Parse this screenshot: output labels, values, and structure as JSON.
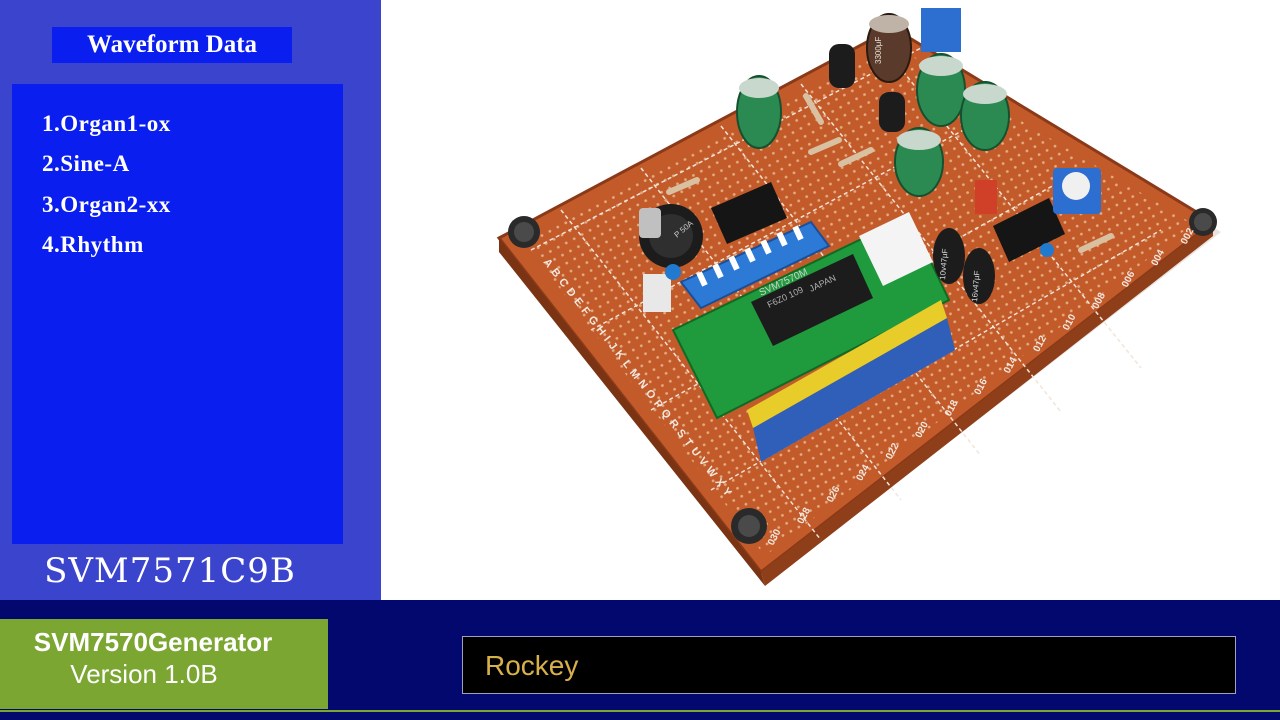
{
  "sidebar": {
    "title": "Waveform Data",
    "items": [
      {
        "label": "1.Organ1-ox"
      },
      {
        "label": "2.Sine-A"
      },
      {
        "label": "3.Organ2-xx"
      },
      {
        "label": "4.Rhythm"
      }
    ],
    "model": "SVM7571C9B"
  },
  "photo": {
    "chip_label": "SVM7570M",
    "chip_sub": "F6Z0 109",
    "chip_origin": "JAPAN",
    "pot_label": "P 50A",
    "cap_label_1": "10v47μF",
    "cap_label_2": "16v47μF",
    "cap_label_3": "3300μF",
    "row_letters": "ABCDEFGHIJKLMNOPQRSTUVWXY",
    "col_numbers": [
      "002",
      "004",
      "006",
      "008",
      "010",
      "012",
      "014",
      "016",
      "018",
      "020",
      "022",
      "024",
      "026",
      "028",
      "030"
    ]
  },
  "footer": {
    "app_name": "SVM7570Generator",
    "version": "Version 1.0B",
    "status": "Rockey"
  },
  "colors": {
    "panel": "#3a44cc",
    "list_bg": "#0a1ef0",
    "bottom_bar": "#03086e",
    "app_box": "#7ba632",
    "status_text": "#d8b04a"
  }
}
